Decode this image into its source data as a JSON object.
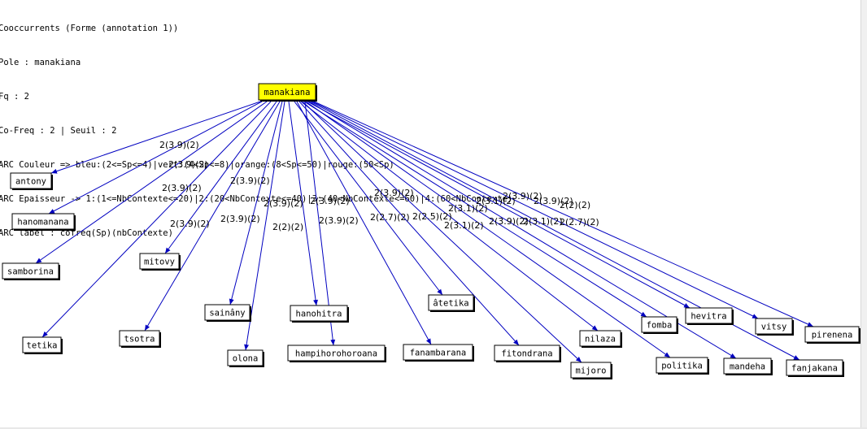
{
  "header": {
    "lines": [
      "Cooccurrents (Forme (annotation 1))",
      "Pole : manakiana",
      "Fq : 2",
      "Co-Freq : 2 | Seuil : 2",
      "ARC Couleur => bleu:(2<=Sp<=4)|vert:(4<Sp<=8)|orange:(8<Sp<=50)|rouge:(50<Sp)",
      "ARC Epaisseur -> 1:(1<=NbContexte<=20)|2:(20<NbContexte<=40)|3:(40<NbContexte<=60)|4:(60<NbContexte)",
      "ARC label : cofreq(Sp)(nbContexte)"
    ]
  },
  "colors": {
    "pole_fill": "#ffff00",
    "edge": "#0000c0"
  },
  "pole": {
    "label": "manakiana"
  },
  "nodes": [
    {
      "label": "antony",
      "edge_label": "2(3.9)(2)"
    },
    {
      "label": "hanomanana",
      "edge_label": "2(3.9)(2)"
    },
    {
      "label": "samborina",
      "edge_label": "2(3.9)(2)"
    },
    {
      "label": "tetika",
      "edge_label": "2(3.9)(2)"
    },
    {
      "label": "mitovy",
      "edge_label": "2(3.9)(2)"
    },
    {
      "label": "tsotra",
      "edge_label": "2(3.9)(2)"
    },
    {
      "label": "sainâny",
      "edge_label": "2(3.9)(2)"
    },
    {
      "label": "olona",
      "edge_label": "2(2)(2)"
    },
    {
      "label": "hanohitra",
      "edge_label": "2(3.9)(2)"
    },
    {
      "label": "hampihorohoroana",
      "edge_label": "2(3.9)(2)"
    },
    {
      "label": "âtetika",
      "edge_label": "2(3.9)(2)"
    },
    {
      "label": "fanambarana",
      "edge_label": "2(2.7)(2)"
    },
    {
      "label": "fitondrana",
      "edge_label": "2(2.5)(2)"
    },
    {
      "label": "nilaza",
      "edge_label": "2(3.1)(2)"
    },
    {
      "label": "mijoro",
      "edge_label": "2(3.1)(2)"
    },
    {
      "label": "fomba",
      "edge_label": "2(3.1)(2)"
    },
    {
      "label": "politika",
      "edge_label": "2(3.9)(2)"
    },
    {
      "label": "hevitra",
      "edge_label": "2(3.9)(2)"
    },
    {
      "label": "mandeha",
      "edge_label": "2(3.1)(2)"
    },
    {
      "label": "fanjakana",
      "edge_label": "2(2.7)(2)"
    },
    {
      "label": "vitsy",
      "edge_label": "2(3.9)(2)"
    },
    {
      "label": "pirenena",
      "edge_label": "2(2)(2)"
    }
  ]
}
